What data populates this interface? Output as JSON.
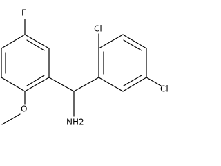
{
  "molecule": {
    "atom_labels": {
      "fluorine": "F",
      "methoxy_oxygen": "O",
      "amine": "NH2",
      "chlorine_top": "Cl",
      "chlorine_right": "Cl"
    }
  }
}
